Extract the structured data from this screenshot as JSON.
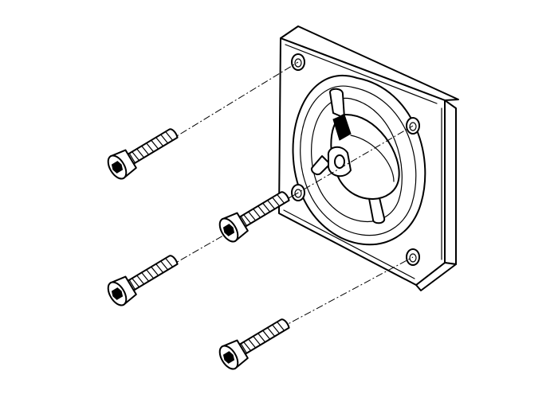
{
  "figure": {
    "parts": [
      {
        "part": "mounting-flange-plate",
        "icon": "flange-plate-icon"
      },
      {
        "part": "socket-head-cap-screw",
        "icon": "screw-icon",
        "count": 4
      }
    ],
    "colors": {
      "stroke": "#000000",
      "fill": "#ffffff",
      "background": "#ffffff"
    }
  }
}
